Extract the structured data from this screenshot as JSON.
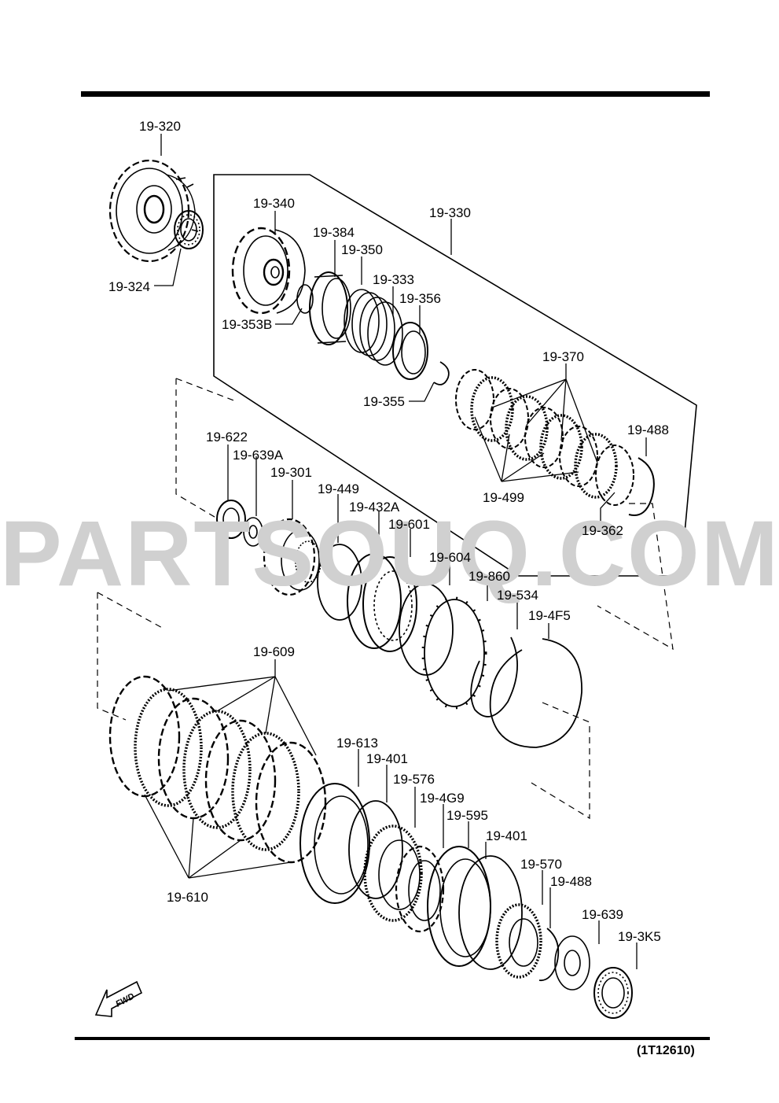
{
  "diagram": {
    "drawing_code": "(1T12610)",
    "watermark": "PARTSOUQ.COM",
    "fwd_label": "FWD",
    "colors": {
      "line": "#000000",
      "paper": "#ffffff",
      "watermark": "#d0d0d0"
    },
    "labels": [
      "19-320",
      "19-324",
      "19-340",
      "19-384",
      "19-350",
      "19-333",
      "19-356",
      "19-353B",
      "19-355",
      "19-330",
      "19-370",
      "19-488",
      "19-499",
      "19-362",
      "19-622",
      "19-639A",
      "19-301",
      "19-449",
      "19-432A",
      "19-601",
      "19-604",
      "19-860",
      "19-534",
      "19-4F5",
      "19-609",
      "19-610",
      "19-613",
      "19-401",
      "19-576",
      "19-4G9",
      "19-595",
      "19-401",
      "19-570",
      "19-488",
      "19-639",
      "19-3K5"
    ]
  }
}
